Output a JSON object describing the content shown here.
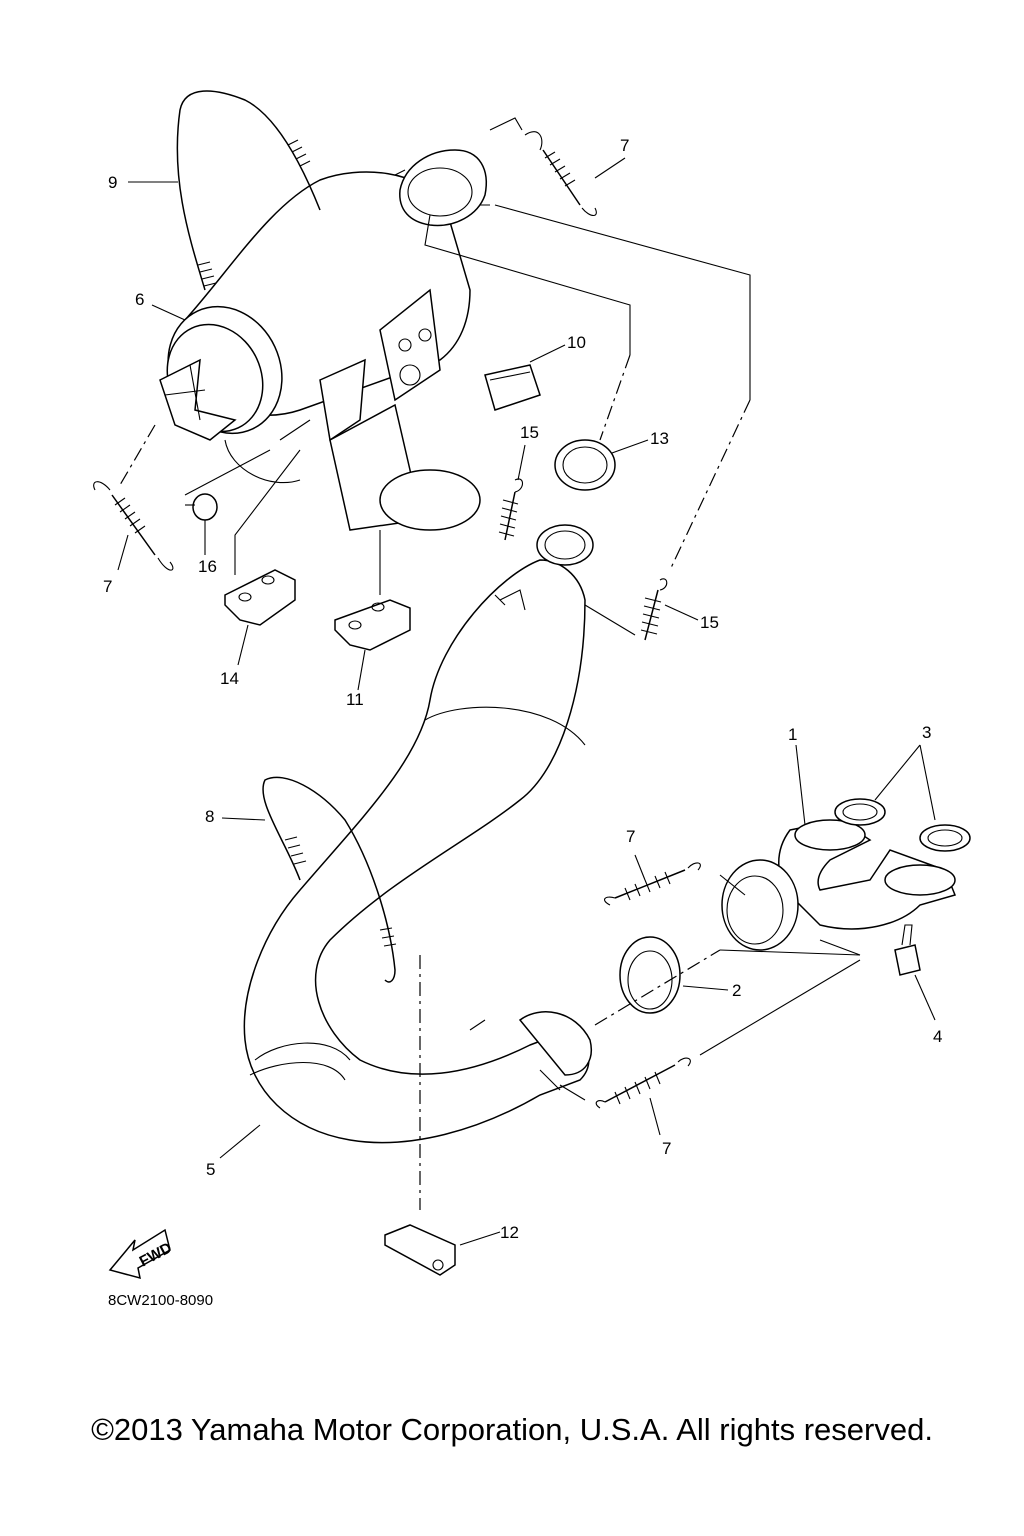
{
  "diagram": {
    "callouts": [
      {
        "id": "p1",
        "label": "1"
      },
      {
        "id": "p2",
        "label": "2"
      },
      {
        "id": "p3",
        "label": "3"
      },
      {
        "id": "p4",
        "label": "4"
      },
      {
        "id": "p5",
        "label": "5"
      },
      {
        "id": "p6",
        "label": "6"
      },
      {
        "id": "p7a",
        "label": "7"
      },
      {
        "id": "p7b",
        "label": "7"
      },
      {
        "id": "p7c",
        "label": "7"
      },
      {
        "id": "p7d",
        "label": "7"
      },
      {
        "id": "p8",
        "label": "8"
      },
      {
        "id": "p9",
        "label": "9"
      },
      {
        "id": "p10",
        "label": "10"
      },
      {
        "id": "p11",
        "label": "11"
      },
      {
        "id": "p12",
        "label": "12"
      },
      {
        "id": "p13",
        "label": "13"
      },
      {
        "id": "p14",
        "label": "14"
      },
      {
        "id": "p15a",
        "label": "15"
      },
      {
        "id": "p15b",
        "label": "15"
      },
      {
        "id": "p16",
        "label": "16"
      }
    ],
    "fwd_label": "FWD",
    "part_code": "8CW2100-8090"
  },
  "footer": {
    "copyright": "©2013 Yamaha Motor Corporation, U.S.A. All rights reserved."
  }
}
